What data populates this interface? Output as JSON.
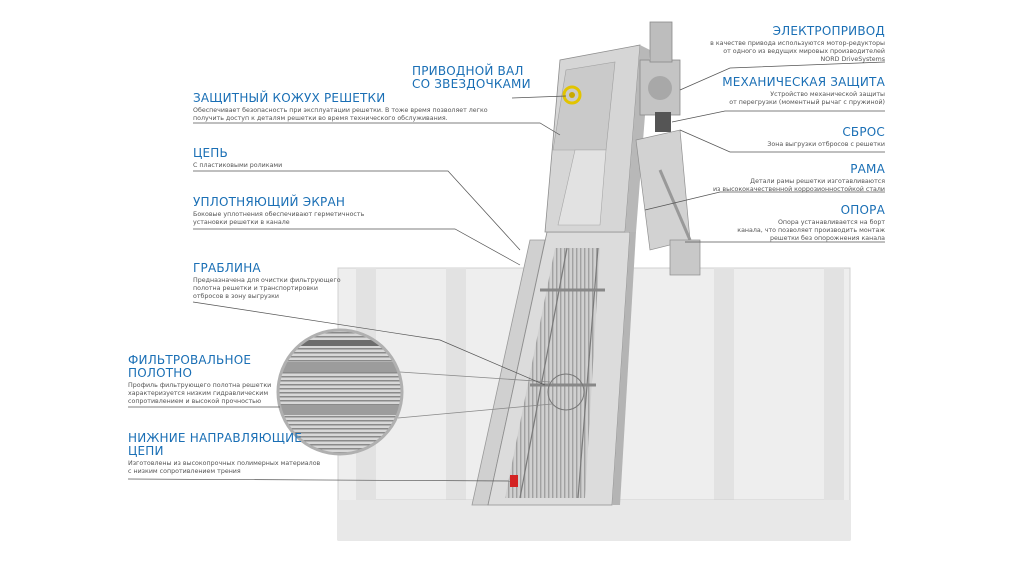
{
  "colors": {
    "accent": "#1a6fb5",
    "description_text": "#555555",
    "leader_line": "#444444",
    "steel": "#d4d4d4",
    "steel_dark": "#8f8f8f",
    "channel": "#e6e6e6"
  },
  "callouts_left": [
    {
      "id": "drive-shaft",
      "title": "ПРИВОДНОЙ ВАЛ\nСО ЗВЕЗДОЧКАМИ",
      "desc": ""
    },
    {
      "id": "screen-cover",
      "title": "ЗАЩИТНЫЙ КОЖУХ РЕШЕТКИ",
      "desc": "Обеспечивает безопасность при эксплуатации решетки. В тоже время позволяет легко\nполучить доступ к деталям решетки во время технического обслуживания."
    },
    {
      "id": "chain",
      "title": "ЦЕПЬ",
      "desc": "С пластиковыми роликами"
    },
    {
      "id": "seal-screen",
      "title": "УПЛОТНЯЮЩИЙ ЭКРАН",
      "desc": "Боковые уплотнения обеспечивают герметичность\nустановки решетки в канале"
    },
    {
      "id": "rake",
      "title": "ГРАБЛИНА",
      "desc": "Предназначена для очистки фильтрующего\nполотна решетки и транспортировки\nотбросов в зону выгрузки"
    },
    {
      "id": "filter-mesh",
      "title": "ФИЛЬТРОВАЛЬНОЕ\nПОЛОТНО",
      "desc": "Профиль фильтрующего полотна решетки\nхарактеризуется низким гидравлическим\nсопротивлением и высокой прочностью"
    },
    {
      "id": "lower-guides",
      "title": "НИЖНИЕ НАПРАВЛЯЮЩИЕ\nЦЕПИ",
      "desc": "Изготовлены из высокопрочных полимерных материалов\nс низким сопротивлением трения"
    }
  ],
  "callouts_right": [
    {
      "id": "drive",
      "title": "ЭЛЕКТРОПРИВОД",
      "desc": "в качестве привода используются мотор-редукторы\nот одного из ведущих мировых производителей\nNORD DriveSystems"
    },
    {
      "id": "mech-protection",
      "title": "МЕХАНИЧЕСКАЯ ЗАЩИТА",
      "desc": "Устройство механической защиты\nот перегрузки (моментный рычаг с пружиной)"
    },
    {
      "id": "discharge",
      "title": "СБРОС",
      "desc": "Зона выгрузки отбросов с решетки"
    },
    {
      "id": "frame",
      "title": "РАМА",
      "desc": "Детали рамы решетки изготавливаются\nиз высококачественной коррозионностойкой стали"
    },
    {
      "id": "support",
      "title": "ОПОРА",
      "desc": "Опора устанавливается на борт\nканала, что позволяет производить монтаж\nрешетки без опорожнения канала"
    }
  ]
}
